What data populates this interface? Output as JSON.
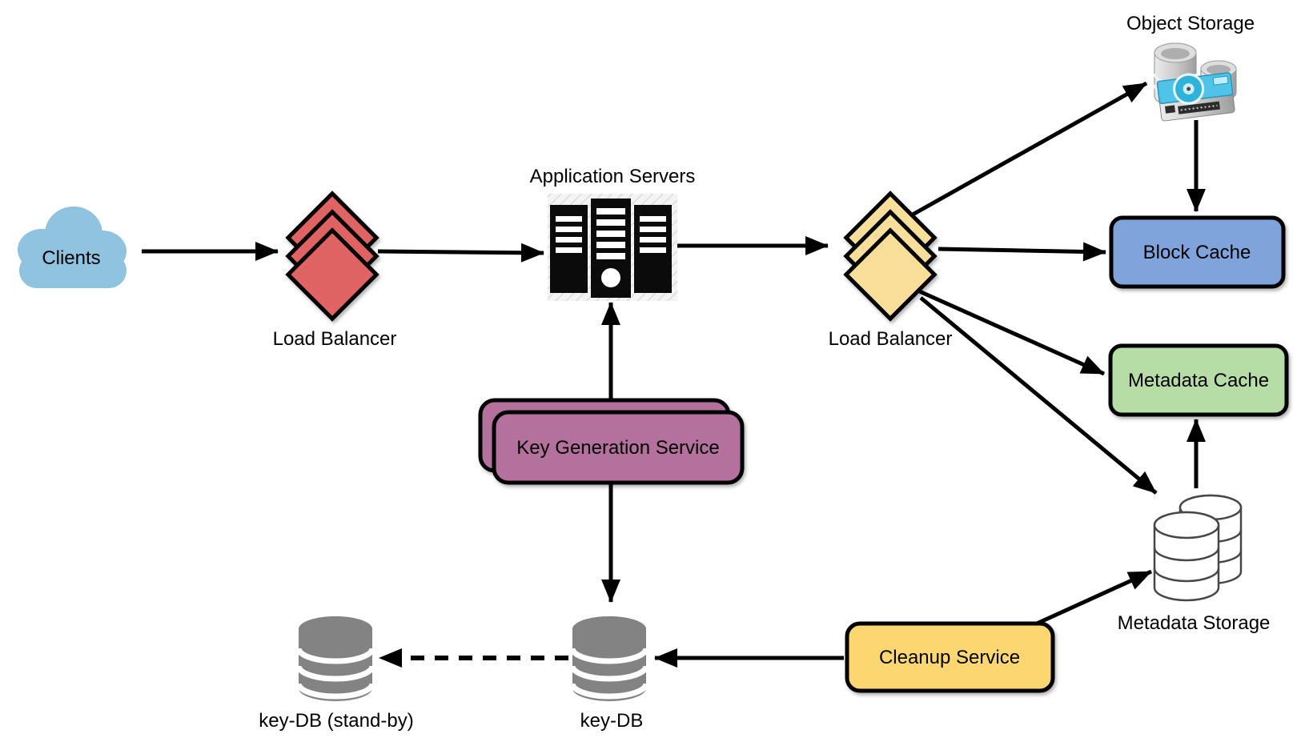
{
  "diagram": {
    "type": "architecture-diagram",
    "background": "#ffffff",
    "nodes": {
      "clients": {
        "label": "Clients",
        "shape": "cloud",
        "color": "#8FC3E0"
      },
      "load_balancer_app": {
        "label": "Load Balancer",
        "shape": "diamond-stack",
        "color": "#E06363"
      },
      "application_servers": {
        "label": "Application Servers",
        "shape": "server-rack",
        "color": "#0B0B0B"
      },
      "load_balancer_storage": {
        "label": "Load Balancer",
        "shape": "diamond-stack",
        "color": "#FADF9B"
      },
      "object_storage": {
        "label": "Object Storage",
        "shape": "disk-array",
        "accent_color": "#4FC3E8"
      },
      "block_cache": {
        "label": "Block Cache",
        "shape": "rounded-rect",
        "color": "#7FA4DC"
      },
      "metadata_cache": {
        "label": "Metadata Cache",
        "shape": "rounded-rect",
        "color": "#B6DDA6"
      },
      "metadata_storage": {
        "label": "Metadata Storage",
        "shape": "cylinder-stack",
        "color": "#FFFFFF"
      },
      "key_generation_service": {
        "label": "Key Generation Service",
        "shape": "stacked-rounded-rect",
        "color": "#B5719D"
      },
      "cleanup_service": {
        "label": "Cleanup Service",
        "shape": "rounded-rect",
        "color": "#FCD671"
      },
      "key_db": {
        "label": "key-DB",
        "shape": "database-cylinder",
        "color": "#838383"
      },
      "key_db_standby": {
        "label": "key-DB (stand-by)",
        "shape": "database-cylinder",
        "color": "#838383"
      }
    },
    "edges": [
      {
        "from": "clients",
        "to": "load_balancer_app",
        "style": "solid"
      },
      {
        "from": "load_balancer_app",
        "to": "application_servers",
        "style": "solid"
      },
      {
        "from": "application_servers",
        "to": "load_balancer_storage",
        "style": "solid"
      },
      {
        "from": "load_balancer_storage",
        "to": "object_storage",
        "style": "solid"
      },
      {
        "from": "object_storage",
        "to": "block_cache",
        "style": "solid"
      },
      {
        "from": "load_balancer_storage",
        "to": "block_cache",
        "style": "solid"
      },
      {
        "from": "load_balancer_storage",
        "to": "metadata_cache",
        "style": "solid"
      },
      {
        "from": "load_balancer_storage",
        "to": "metadata_storage",
        "style": "solid"
      },
      {
        "from": "metadata_storage",
        "to": "metadata_cache",
        "style": "solid"
      },
      {
        "from": "key_generation_service",
        "to": "application_servers",
        "style": "solid"
      },
      {
        "from": "key_generation_service",
        "to": "key_db",
        "style": "solid"
      },
      {
        "from": "cleanup_service",
        "to": "key_db",
        "style": "solid"
      },
      {
        "from": "cleanup_service",
        "to": "metadata_storage",
        "style": "solid"
      },
      {
        "from": "key_db",
        "to": "key_db_standby",
        "style": "dashed"
      }
    ],
    "edge_style": {
      "color": "#000000",
      "width": 5,
      "dashed_pattern": "17 13"
    }
  }
}
